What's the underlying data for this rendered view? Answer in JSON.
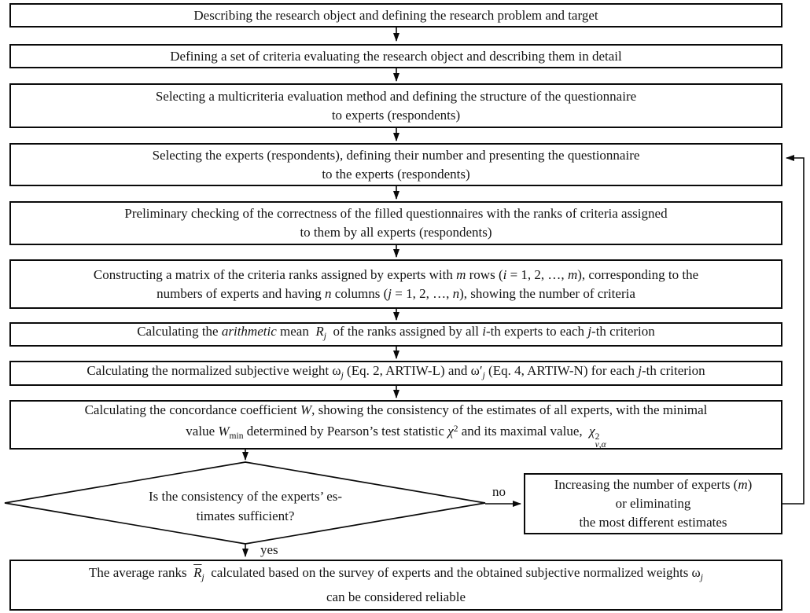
{
  "diagram": {
    "type": "flowchart",
    "steps": [
      {
        "lines": [
          "Describing the research object and defining the research problem and target"
        ]
      },
      {
        "lines": [
          "Defining a set of criteria evaluating the research object and describing them in detail"
        ]
      },
      {
        "lines": [
          "Selecting a multicriteria evaluation method and defining the structure of the questionnaire",
          "to experts (respondents)"
        ]
      },
      {
        "lines": [
          "Selecting the experts (respondents), defining their number and presenting the questionnaire",
          "to the experts (respondents)"
        ]
      },
      {
        "lines": [
          "Preliminary checking of the correctness of the filled questionnaires with the ranks of criteria assigned",
          "to them by all experts (respondents)"
        ]
      },
      {
        "lines": [
          "Constructing a matrix of the criteria ranks assigned by experts with <i>m</i> rows (<i>i</i> = 1, 2, …, <i>m</i>), corresponding to the",
          "numbers of experts and having <i>n</i> columns (<i>j</i> = 1, 2, …, <i>n</i>), showing the number of criteria"
        ]
      },
      {
        "lines": [
          "Calculating the <i>arithmetic</i> mean&nbsp; <span class='rbar'>R</span><sub><i>j</i></sub> &nbsp;of the ranks assigned by all <i>i</i>-th experts to each <i>j</i>-th criterion"
        ]
      },
      {
        "lines": [
          "Calculating the normalized subjective weight ω<sub><i>j</i></sub> (Eq. 2, ARTIW-L) and ω′<sub><i>j</i></sub> (Eq. 4, ARTIW-N) for each <i>j</i>-th criterion"
        ]
      },
      {
        "lines": [
          "Calculating the concordance coefficient <i>W</i>, showing the consistency of the estimates of all experts, with the minimal",
          "value <i>W</i><sub>min</sub> determined by Pearson’s test statistic <i>χ</i><sup>2</sup> and its maximal value, &nbsp;<i>χ</i><span class='stk'><span>2</span><span><i>ν</i>,<i>α</i></span></span>"
        ]
      }
    ],
    "decision": {
      "lines": [
        "Is the consistency of the experts’ es-",
        "timates sufficient?"
      ]
    },
    "no_label": "no",
    "yes_label": "yes",
    "no_branch": {
      "lines": [
        "Increasing the number of experts (<i>m</i>)",
        "or eliminating",
        "the most different estimates"
      ]
    },
    "final": {
      "lines": [
        "The average ranks&nbsp; <span class='rbar'>R</span><sub><i>j</i></sub> &nbsp;calculated based on the survey of experts and the obtained subjective normalized weights ω<sub><i>j</i></sub>",
        "can be considered reliable"
      ]
    }
  },
  "colors": {
    "line": "#0a0a0a",
    "background": "#ffffff",
    "text": "#141414"
  }
}
